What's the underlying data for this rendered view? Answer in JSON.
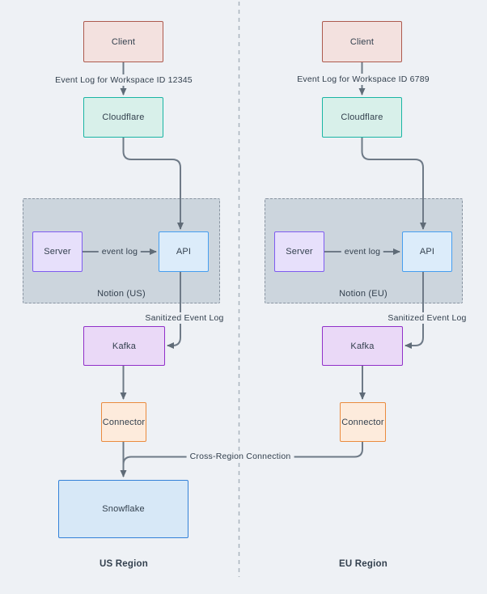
{
  "colors": {
    "bg": "#eef1f5",
    "edge": "#6e7a87",
    "arrowhead": "#5f6b77",
    "divider": "#a9b3bd",
    "text": "#33404e",
    "client-fill": "#f3e1df",
    "client-border": "#ad5a4e",
    "cloudflare-fill": "#d8f0ea",
    "cloudflare-border": "#1ab5a4",
    "group-fill": "#ccd5dd",
    "group-border": "#8a95a2",
    "server-fill": "#e7e0fb",
    "server-border": "#7e5cf0",
    "api-fill": "#dcecfa",
    "api-border": "#469ef0",
    "kafka-fill": "#ead9f7",
    "kafka-border": "#9130c9",
    "connector-fill": "#fdebdc",
    "connector-border": "#ea8b3e",
    "snowflake-fill": "#d7e8f7",
    "snowflake-border": "#3381d8"
  },
  "us": {
    "client": "Client",
    "edge_client_cloudflare": "Event Log for Workspace ID 12345",
    "cloudflare": "Cloudflare",
    "group": "Notion (US)",
    "server": "Server",
    "edge_server_api": "event log",
    "api": "API",
    "edge_api_kafka": "Sanitized Event Log",
    "kafka": "Kafka",
    "connector": "Connector",
    "snowflake": "Snowflake",
    "region": "US Region"
  },
  "eu": {
    "client": "Client",
    "edge_client_cloudflare": "Event Log for Workspace ID 6789",
    "cloudflare": "Cloudflare",
    "group": "Notion (EU)",
    "server": "Server",
    "edge_server_api": "event log",
    "api": "API",
    "edge_api_kafka": "Sanitized Event Log",
    "kafka": "Kafka",
    "connector": "Connector",
    "region": "EU Region"
  },
  "cross_region": "Cross-Region Connection"
}
